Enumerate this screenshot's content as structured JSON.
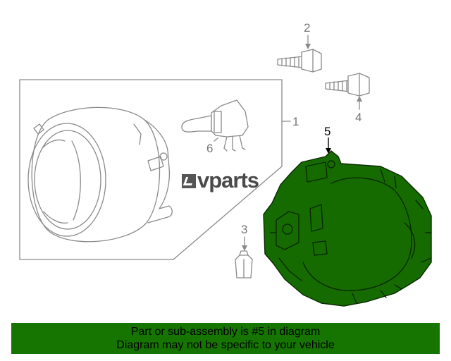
{
  "watermark": {
    "text": "vparts"
  },
  "callouts": {
    "c1": "1",
    "c2": "2",
    "c3": "3",
    "c4": "4",
    "c5": "5",
    "c6": "6"
  },
  "highlight": {
    "part_number": "5",
    "color": "#157500"
  },
  "banner": {
    "line1": "Part or sub-assembly is #5 in diagram",
    "line2": "Diagram may not be specific to your vehicle"
  }
}
